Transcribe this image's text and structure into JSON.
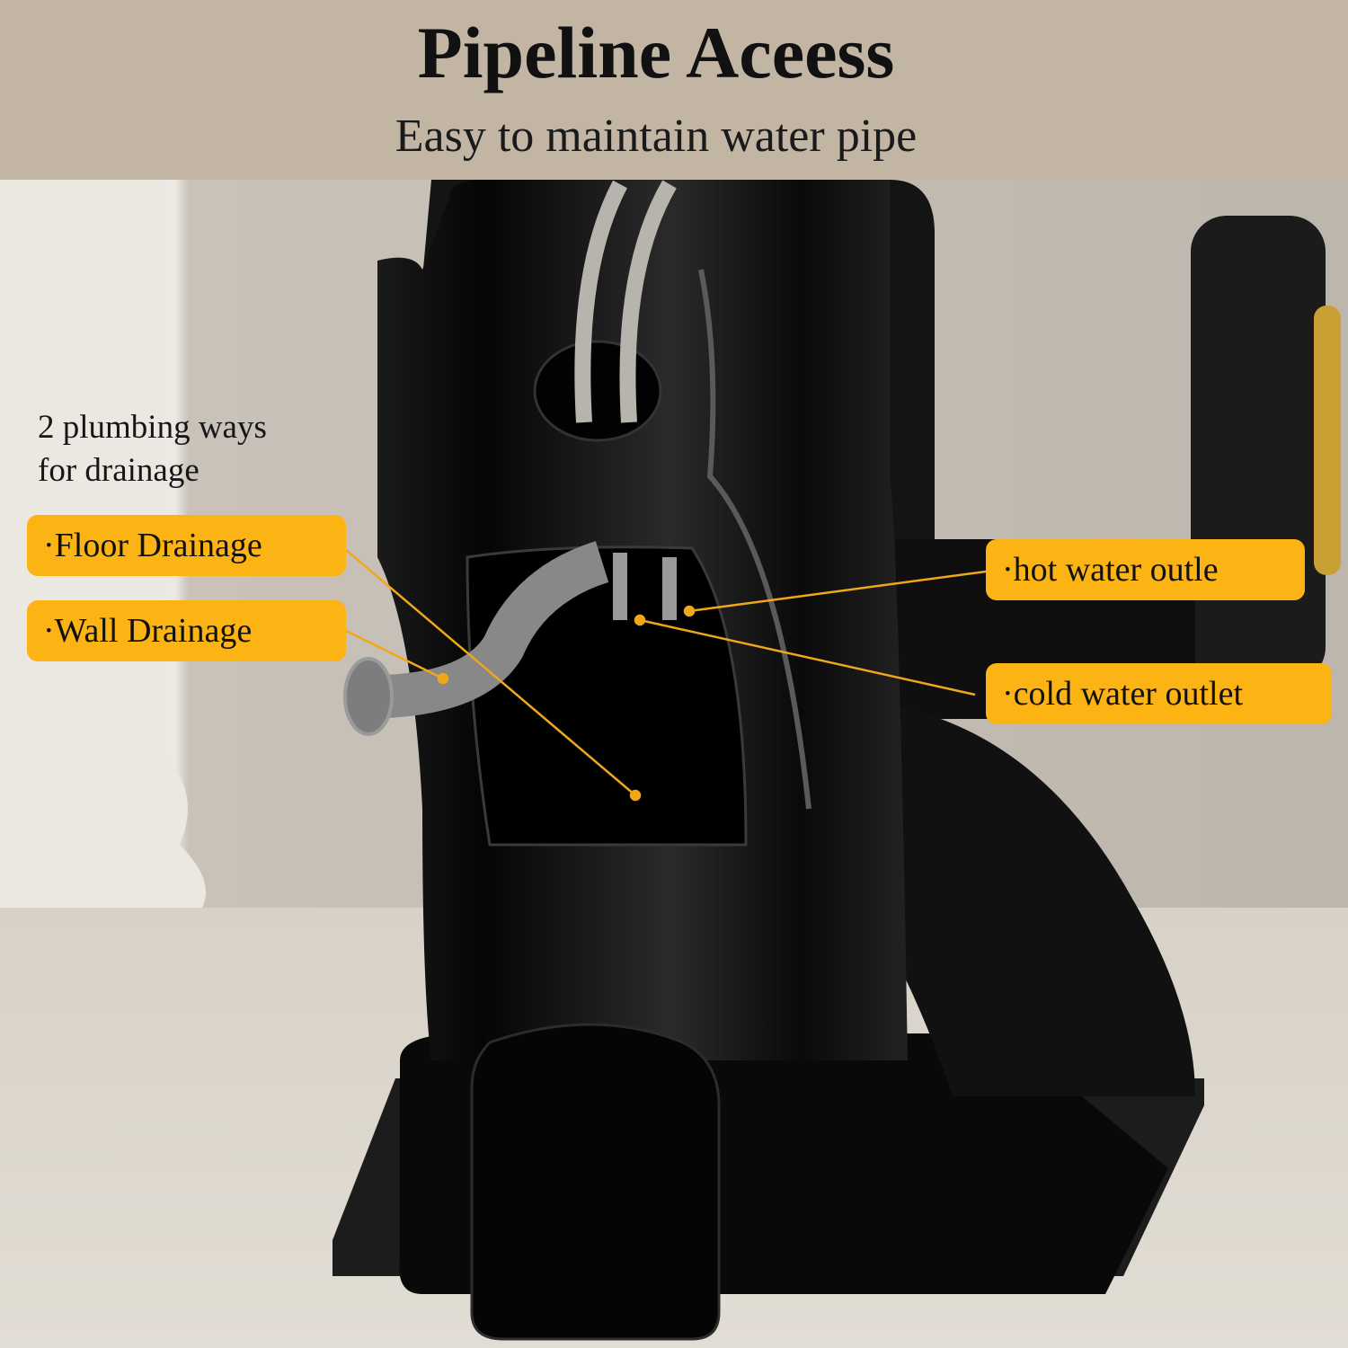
{
  "header": {
    "title": "Pipeline Aceess",
    "subtitle": "Easy to maintain water pipe"
  },
  "callouts": {
    "intro": [
      "2 plumbing ways",
      "for drainage"
    ],
    "floor_drainage": "·Floor Drainage",
    "wall_drainage": "·Wall Drainage",
    "hot_water": "·hot water outle",
    "cold_water": "·cold water outlet"
  },
  "colors": {
    "header_bg": "#c2b5a4",
    "tag_bg": "#fbb413",
    "leader_line": "#f0a81a",
    "unit_body": "#0c0c0c"
  }
}
